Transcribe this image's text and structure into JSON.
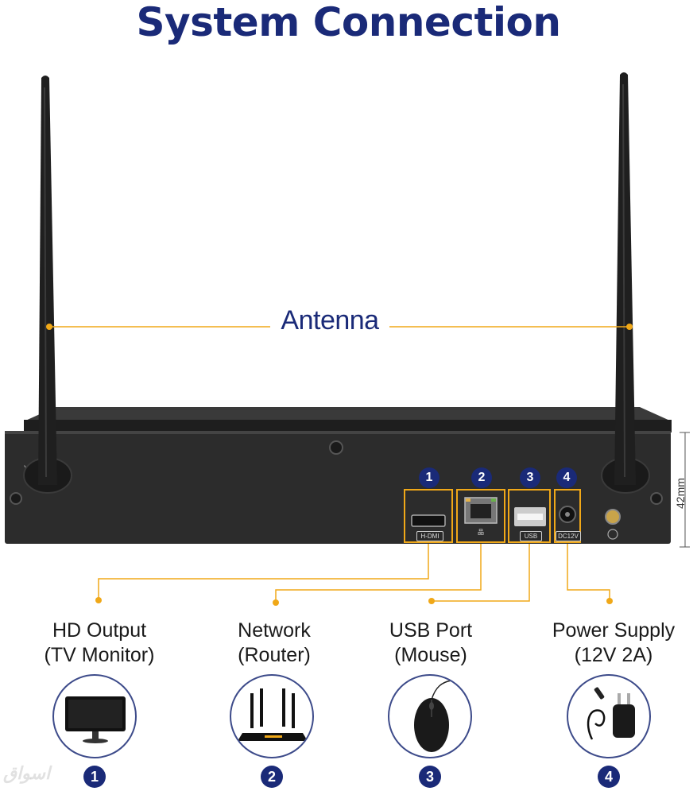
{
  "title": "System Connection",
  "antenna_label": "Antenna",
  "dimension_label": "42mm",
  "ports": [
    {
      "number": "1",
      "tag": "H-DMI"
    },
    {
      "number": "2",
      "tag": "品"
    },
    {
      "number": "3",
      "tag": "USB"
    },
    {
      "number": "4",
      "tag": "DC12V"
    }
  ],
  "connections": [
    {
      "line1": "HD Output",
      "line2": "(TV Monitor)",
      "number": "1",
      "icon": "tv-monitor-icon"
    },
    {
      "line1": "Network",
      "line2": "(Router)",
      "number": "2",
      "icon": "router-icon"
    },
    {
      "line1": "USB Port",
      "line2": "(Mouse)",
      "number": "3",
      "icon": "mouse-icon"
    },
    {
      "line1": "Power Supply",
      "line2": "(12V 2A)",
      "number": "4",
      "icon": "power-adapter-icon"
    }
  ],
  "watermark": "اسواق",
  "colors": {
    "title": "#1a2a78",
    "leader": "#f0a818",
    "device": "#2b2b2b",
    "badge": "#1a2a78"
  }
}
